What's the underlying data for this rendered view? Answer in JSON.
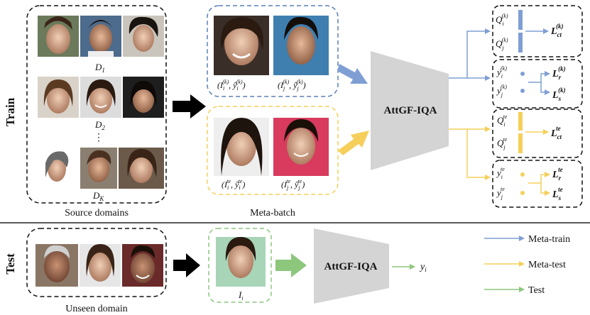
{
  "sections": {
    "train": "Train",
    "test": "Test"
  },
  "source_domains": {
    "caption": "Source domains",
    "d1": "D",
    "d1_sub": "1",
    "d2": "D",
    "d2_sub": "2",
    "ellipsis": "⋮",
    "dk": "D",
    "dk_sub": "K"
  },
  "meta_batch": {
    "caption": "Meta-batch",
    "pair_k": [
      "(I",
      "i",
      "(k)",
      ", ŷ",
      "i",
      "(k)",
      ")"
    ],
    "pair_k_j": [
      "(I",
      "j",
      "(k)",
      ", ŷ",
      "j",
      "(k)",
      ")"
    ],
    "pair_te_i": [
      "(I",
      "i",
      "te",
      ", ŷ",
      "i",
      "te",
      ")"
    ],
    "pair_te_j": [
      "(I",
      "j",
      "te",
      ", ŷ",
      "j",
      "te",
      ")"
    ]
  },
  "model": {
    "train_label": "AttGF-IQA",
    "test_label": "AttGF-IQA"
  },
  "outputs": {
    "q": "Q",
    "y": "y",
    "i": "i",
    "j": "j",
    "k": "(k)",
    "te": "te",
    "L": "L",
    "ct": "ct",
    "r": "r",
    "s": "s"
  },
  "test_row": {
    "unseen_caption": "Unseen domain",
    "input_label": "I",
    "input_sub": "i",
    "output_label": "y",
    "output_sub": "i"
  },
  "legend": {
    "meta_train": "Meta-train",
    "meta_test": "Meta-test",
    "test": "Test"
  },
  "colors": {
    "meta_train": "#7f9fd4",
    "meta_test": "#f5cf5a",
    "test": "#8cc77c",
    "model": "#d4d4d4"
  }
}
